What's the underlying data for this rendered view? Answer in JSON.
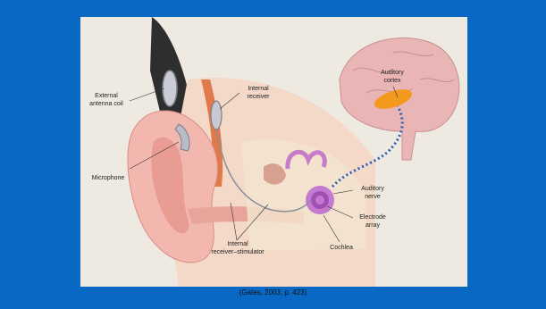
{
  "diagram": {
    "labels": {
      "external_antenna_coil": "External\nantenna coil",
      "internal_receiver": "Internal\nreceiver",
      "microphone": "Microphone",
      "internal_receiver_stimulator": "Internal\nreceiver–stimulator",
      "auditory_cortex": "Auditory\ncortex",
      "auditory_nerve": "Auditory\nnerve",
      "electrode_array": "Electrode\narray",
      "cochlea": "Cochlea"
    },
    "citation": "(Gates, 2003, p. 423)"
  },
  "colors": {
    "background": "#0868c4",
    "panel": "#eeeae2",
    "skin": "#f2b8b0",
    "brain": "#e8b4b4",
    "cortex": "#f39a1e",
    "cochlea": "#b25cbf",
    "nerve_dots": "#2b5fb8"
  }
}
